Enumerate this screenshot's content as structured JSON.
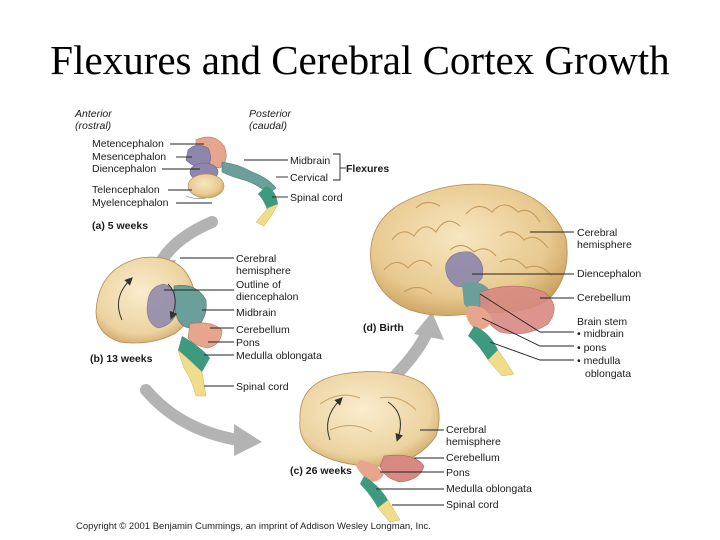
{
  "title": "Flexures and Cerebral Cortex Growth",
  "panel_a": {
    "anterior": "Anterior",
    "rostral": "(rostral)",
    "posterior": "Posterior",
    "caudal": "(caudal)",
    "labels_left": [
      "Metencephalon",
      "Mesencephalon",
      "Diencephalon",
      "Telencephalon",
      "Myelencephalon"
    ],
    "labels_right": [
      "Midbrain",
      "Cervical",
      "Spinal cord"
    ],
    "flexures": "Flexures",
    "caption": "(a) 5 weeks"
  },
  "panel_b": {
    "labels": [
      "Cerebral",
      "hemisphere",
      "Outline of",
      "diencephalon",
      "Midbrain",
      "Cerebellum",
      "Pons",
      "Medulla oblongata",
      "Spinal cord"
    ],
    "caption": "(b) 13 weeks"
  },
  "panel_c": {
    "labels": [
      "Cerebral",
      "hemisphere",
      "Cerebellum",
      "Pons",
      "Medulla oblongata",
      "Spinal cord"
    ],
    "caption": "(c) 26 weeks"
  },
  "panel_d": {
    "labels": [
      "Cerebral",
      "hemisphere",
      "Diencephalon",
      "Cerebellum",
      "Brain stem",
      "• midbrain",
      "• pons",
      "• medulla",
      "oblongata"
    ],
    "caption": "(d) Birth"
  },
  "copyright": "Copyright © 2001 Benjamin Cummings, an imprint of Addison Wesley Longman, Inc.",
  "colors": {
    "cortex": "#e8c98f",
    "diencephalon": "#8d86ad",
    "midbrain": "#6a9f9a",
    "pons": "#e6a58c",
    "cerebellum": "#d88a82",
    "medulla": "#3e9a7e",
    "spinal": "#f0dc8a",
    "arrow": "#aaaaaa"
  }
}
